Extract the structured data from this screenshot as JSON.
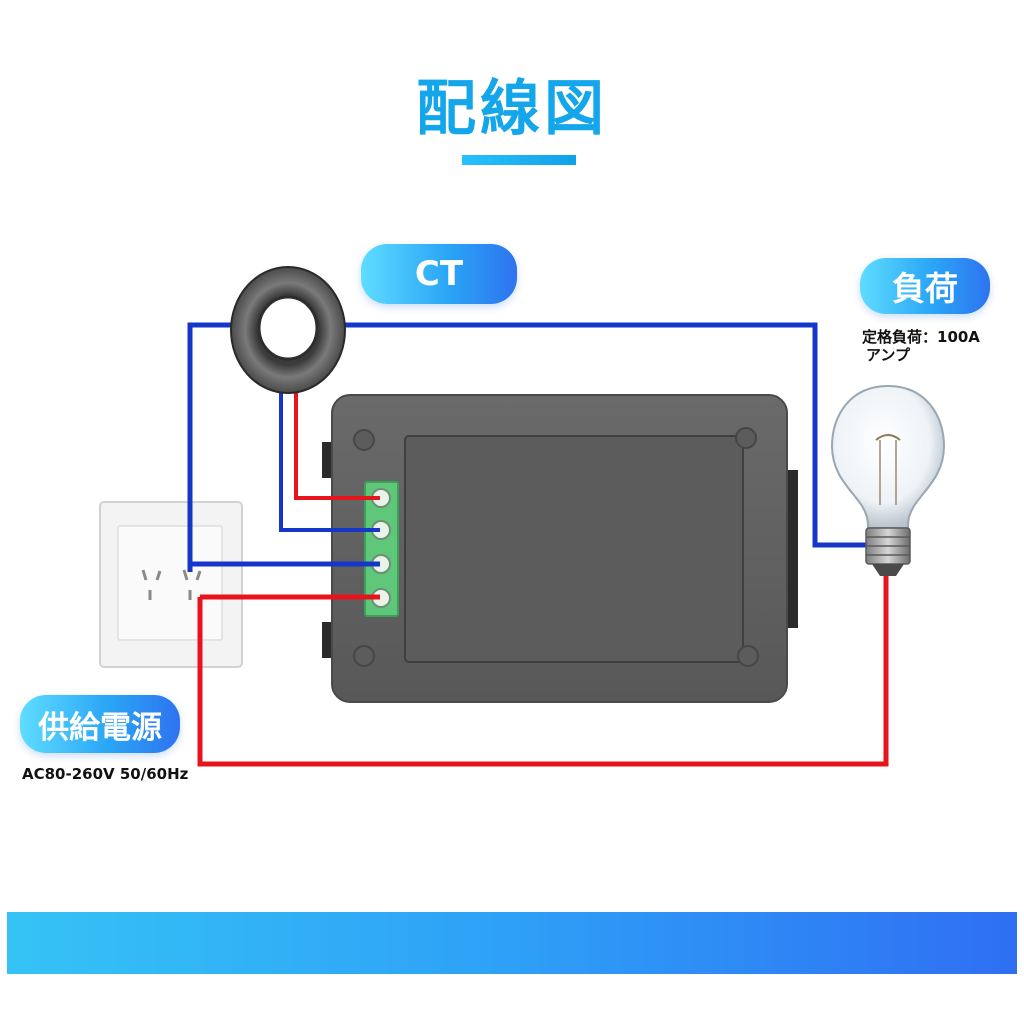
{
  "title": "配線図",
  "labels": {
    "ct": "CT",
    "load": "負荷",
    "load_rating": "定格負荷：100A",
    "load_unit": "アンプ",
    "power": "供給電源",
    "power_spec": "AC80-260V 50/60Hz"
  },
  "colors": {
    "accent": "#13a6ea",
    "wire_red": "#e8141c",
    "wire_blue": "#1636c9",
    "meter_body": "#5f5f5f",
    "terminal_green": "#5fc77a"
  }
}
